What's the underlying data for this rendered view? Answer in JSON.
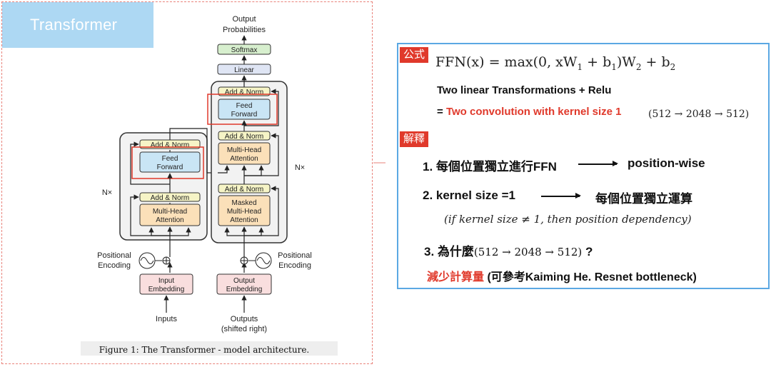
{
  "title": "Transformer",
  "diagram": {
    "output_probabilities": [
      "Output",
      "Probabilities"
    ],
    "softmax": "Softmax",
    "linear": "Linear",
    "add_norm": "Add & Norm",
    "feed_forward": [
      "Feed",
      "Forward"
    ],
    "multi_head_attention": [
      "Multi-Head",
      "Attention"
    ],
    "masked_multi_head_attention": [
      "Masked",
      "Multi-Head",
      "Attention"
    ],
    "nx": "N×",
    "positional_encoding": [
      "Positional",
      "Encoding"
    ],
    "input_embedding": [
      "Input",
      "Embedding"
    ],
    "output_embedding": [
      "Output",
      "Embedding"
    ],
    "inputs": "Inputs",
    "outputs": [
      "Outputs",
      "(shifted right)"
    ],
    "caption": "Figure 1: The Transformer - model architecture.",
    "plus": "⊕",
    "colors": {
      "add_norm": "#f6f4c6",
      "feed_forward": "#c9e5f5",
      "attention": "#fbe0b9",
      "embedding": "#f9dede",
      "softmax": "#d7efce",
      "linear": "#dfe5f4",
      "highlight": "#e0392b"
    }
  },
  "panel": {
    "formula_tag": "公式",
    "formula": {
      "lhs": "FFN(x)",
      "eq": " = max(0, xW",
      "sub1": "1",
      "mid": " + b",
      "sub2": "1",
      "mid2": ")W",
      "sub3": "2",
      "end": " + b",
      "sub4": "2"
    },
    "line1": "Two linear Transformations + Relu",
    "line2_prefix": "= ",
    "line2_red": "Two convolution with kernel size 1",
    "dims": "(512 → 2048 → 512)",
    "explain_tag": "解釋",
    "item1_left": "1. 每個位置獨立進行FFN",
    "item1_right": "position-wise",
    "item2_left": "2. kernel size =1",
    "item2_right": "每個位置獨立運算",
    "note": "(if kernel size ≠ 1, then position dependency)",
    "item3_prefix": "3. 為什麼",
    "item3_dims": "(512 → 2048 → 512)",
    "item3_suffix": " ?",
    "answer_red": "減少計算量",
    "answer_rest": " (可參考Kaiming He. Resnet bottleneck)"
  }
}
